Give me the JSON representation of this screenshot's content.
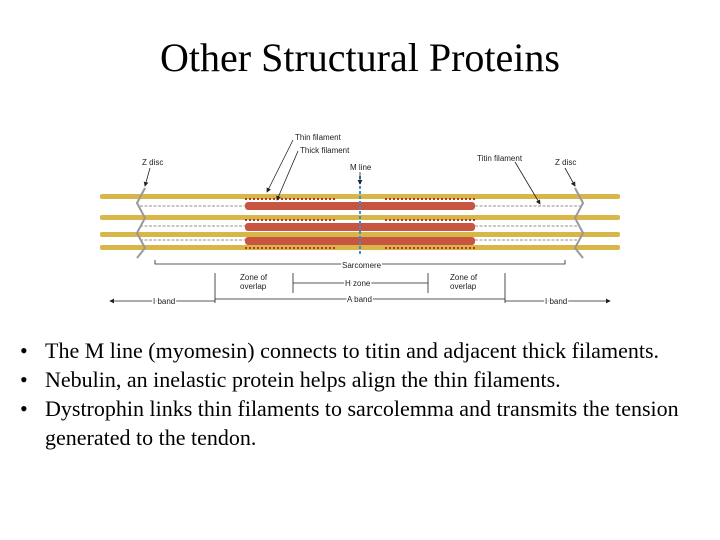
{
  "slide": {
    "title": "Other Structural Proteins",
    "bullet_glyph": "•",
    "bullets": [
      "The M line (myomesin) connects to titin and adjacent thick filaments.",
      "Nebulin, an inelastic protein helps align the thin filaments.",
      "Dystrophin links thin filaments to sarcolemma and transmits the tension generated to the tendon."
    ]
  },
  "diagram": {
    "labels": {
      "thin_filament": "Thin filament",
      "thick_filament": "Thick filament",
      "m_line": "M line",
      "z_disc_left": "Z disc",
      "titin_filament": "Titin filament",
      "z_disc_right": "Z disc",
      "sarcomere": "Sarcomere",
      "zone_left_1": "Zone of",
      "zone_left_2": "overlap",
      "zone_right_1": "Zone of",
      "zone_right_2": "overlap",
      "h_zone": "H zone",
      "a_band": "A band",
      "i_band_left": "I band",
      "i_band_right": "I band"
    },
    "colors": {
      "thin_filament": "#d9b64a",
      "thick_filament": "#c8553f",
      "m_line": "#3a8fc9",
      "titin": "#b8b8b8"
    }
  }
}
